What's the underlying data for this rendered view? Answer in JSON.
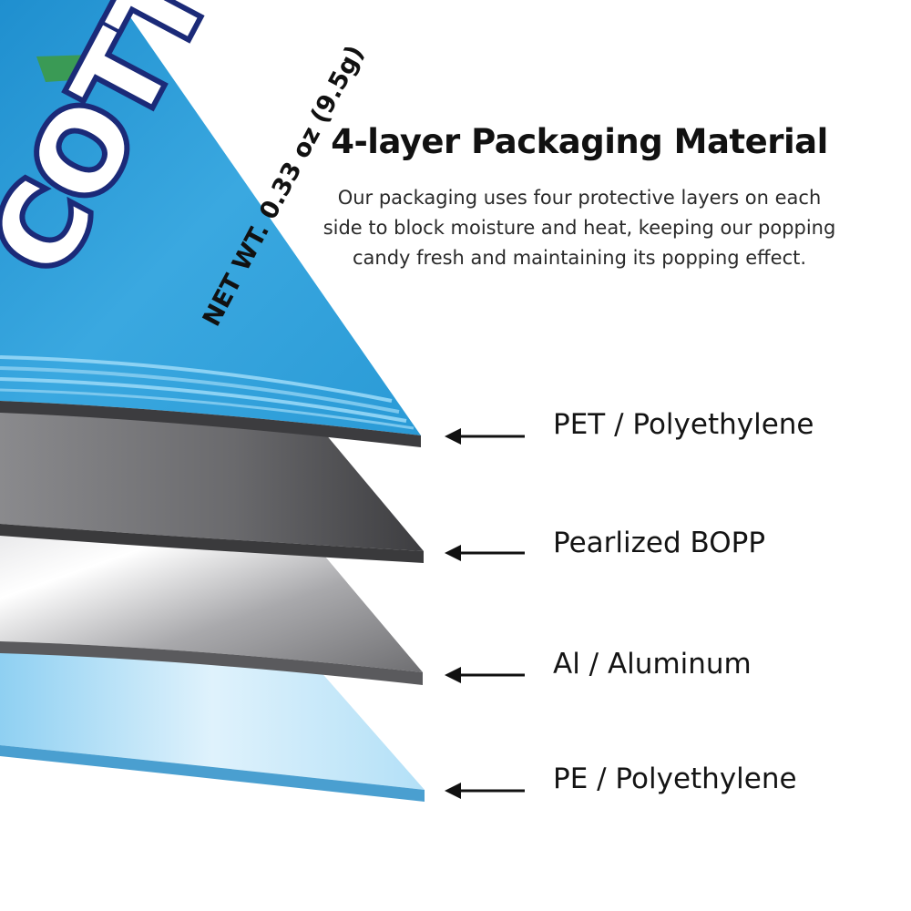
{
  "heading": "4-layer Packaging Material",
  "description_lines": [
    "Our packaging uses four protective layers on each",
    "side to block moisture and heat, keeping our popping",
    "candy fresh and maintaining its popping effect."
  ],
  "package_print": {
    "brand_fragment": "COTTO",
    "net_weight": "NET WT. 0.33 oz (9.5g)"
  },
  "layers": [
    {
      "label": "PET / Polyethylene",
      "color": "#2c9fd8"
    },
    {
      "label": "Pearlized BOPP",
      "color": "#5a5a5c"
    },
    {
      "label": "Al / Aluminum",
      "color": "#b8b8bb"
    },
    {
      "label": "PE / Polyethylene",
      "color": "#8fd0f2"
    }
  ],
  "colors": {
    "brand_blue": "#2f9fd9",
    "brand_navy": "#1b2a78",
    "arrow": "#111111",
    "accent_green": "#3a9a55"
  },
  "icons": {
    "layer_pointer": "arrow-left-icon"
  }
}
